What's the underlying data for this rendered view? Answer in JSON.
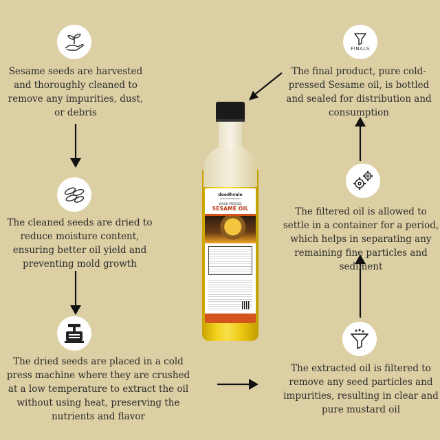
{
  "steps": {
    "harvest": "Sesame seeds are harvested and thoroughly cleaned to remove any impurities, dust, or debris",
    "dry": "The cleaned seeds are dried to reduce moisture content, ensuring better oil yield and preventing mold growth",
    "press": "The dried seeds are placed in a cold press machine where they are crushed at a low temperature to extract the oil without using heat, preserving the nutrients and flavor",
    "filter": "The extracted oil is filtered to remove any seed particles and impurities, resulting in clear and pure mustard oil",
    "settle": "The filtered oil is allowed to settle in a container for a period, which helps in separating any remaining fine particles and sediment",
    "final": "The final product, pure cold-pressed Sesame oil, is bottled and sealed for distribution and consumption"
  },
  "icons": {
    "harvest": "seedling-hand-icon",
    "dry": "seeds-icon",
    "press": "press-machine-icon",
    "filter": "funnel-icon",
    "settle": "gears-icon",
    "final": "funnel-finals-icon"
  },
  "icon_text": {
    "final": "FINALS"
  },
  "bottle": {
    "brand": "doodhvale",
    "tagline": "pure and authentic",
    "type": "WOOD PRESSED",
    "name": "SESAME OIL"
  },
  "colors": {
    "background": "#dccfa4",
    "oil": "#f2d21d",
    "label_accent": "#d4541c"
  }
}
